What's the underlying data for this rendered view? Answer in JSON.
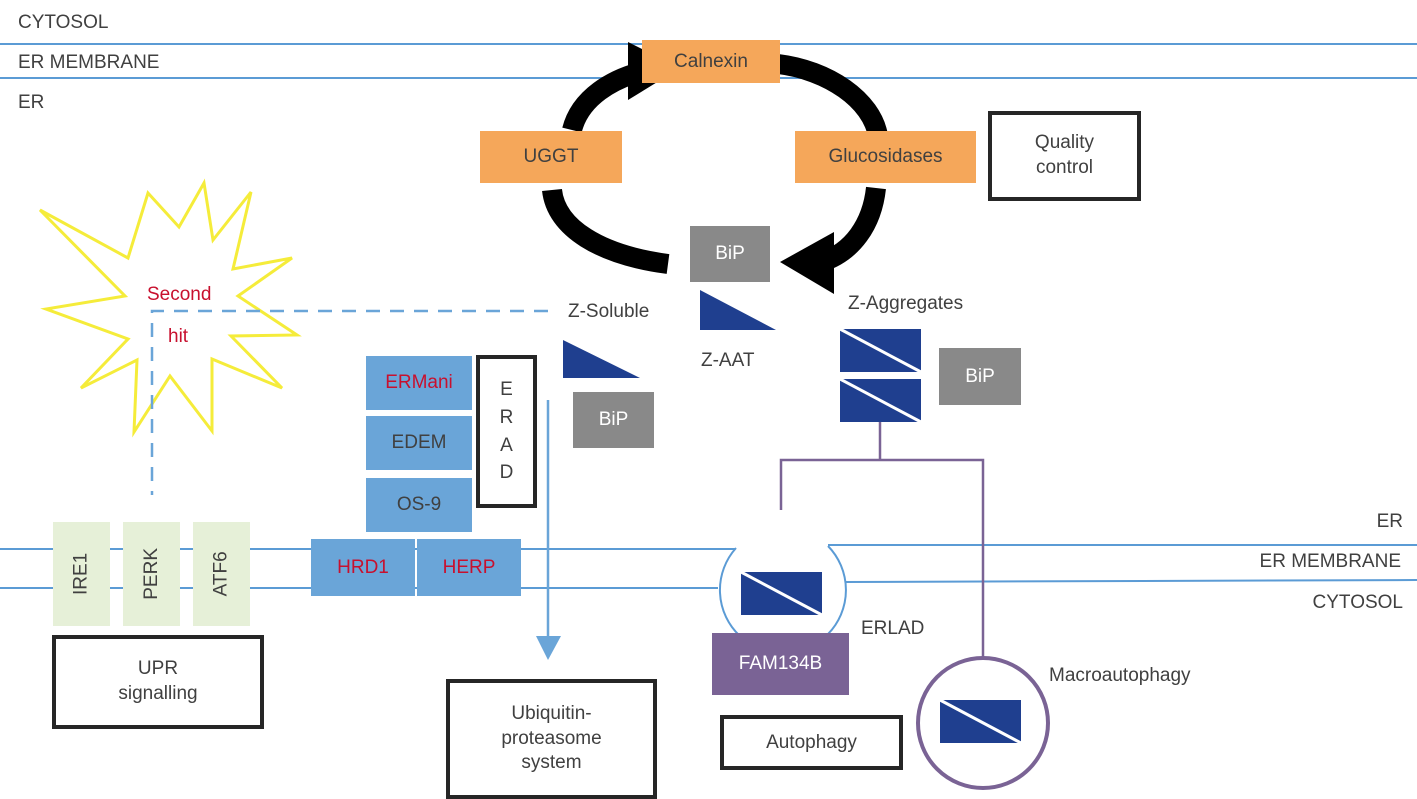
{
  "compartments": {
    "top_cytosol": "CYTOSOL",
    "top_membrane": "ER MEMBRANE",
    "top_er": "ER",
    "bottom_er": "ER",
    "bottom_membrane": "ER MEMBRANE",
    "bottom_cytosol": "CYTOSOL"
  },
  "calnexin_cycle": {
    "calnexin": "Calnexin",
    "uggt": "UGGT",
    "glucosidases": "Glucosidases"
  },
  "chaperones": {
    "bip": "BiP"
  },
  "second_hit": {
    "line1": "Second",
    "line2": "hit"
  },
  "species": {
    "z_soluble": "Z-Soluble",
    "z_aat": "Z-AAT",
    "z_aggregates": "Z-Aggregates"
  },
  "erad_components": {
    "ermani": "ERMani",
    "edem": "EDEM",
    "os9": "OS-9",
    "erad_letters": [
      "E",
      "R",
      "A",
      "D"
    ]
  },
  "membrane_proteins": {
    "ire1": "IRE1",
    "perk": "PERK",
    "atf6": "ATF6",
    "hrd1": "HRD1",
    "herp": "HERP",
    "fam134b": "FAM134B"
  },
  "pathways": {
    "quality_control": {
      "line1": "Quality",
      "line2": "control"
    },
    "upr_signalling": {
      "line1": "UPR",
      "line2": "signalling"
    },
    "ubiquitin": {
      "line1": "Ubiquitin-",
      "line2": "proteasome",
      "line3": "system"
    },
    "autophagy": "Autophagy",
    "erlad": "ERLAD",
    "macroautophagy": "Macroautophagy"
  },
  "colors": {
    "membrane_line": "#5b9bd5",
    "orange": "#f5a75a",
    "navy": "#1f3f8f",
    "grey": "#898989",
    "light_blue": "#6aa5d8",
    "green": "#e6f0d8",
    "purple": "#7a6395",
    "red_text": "#c8102e"
  }
}
